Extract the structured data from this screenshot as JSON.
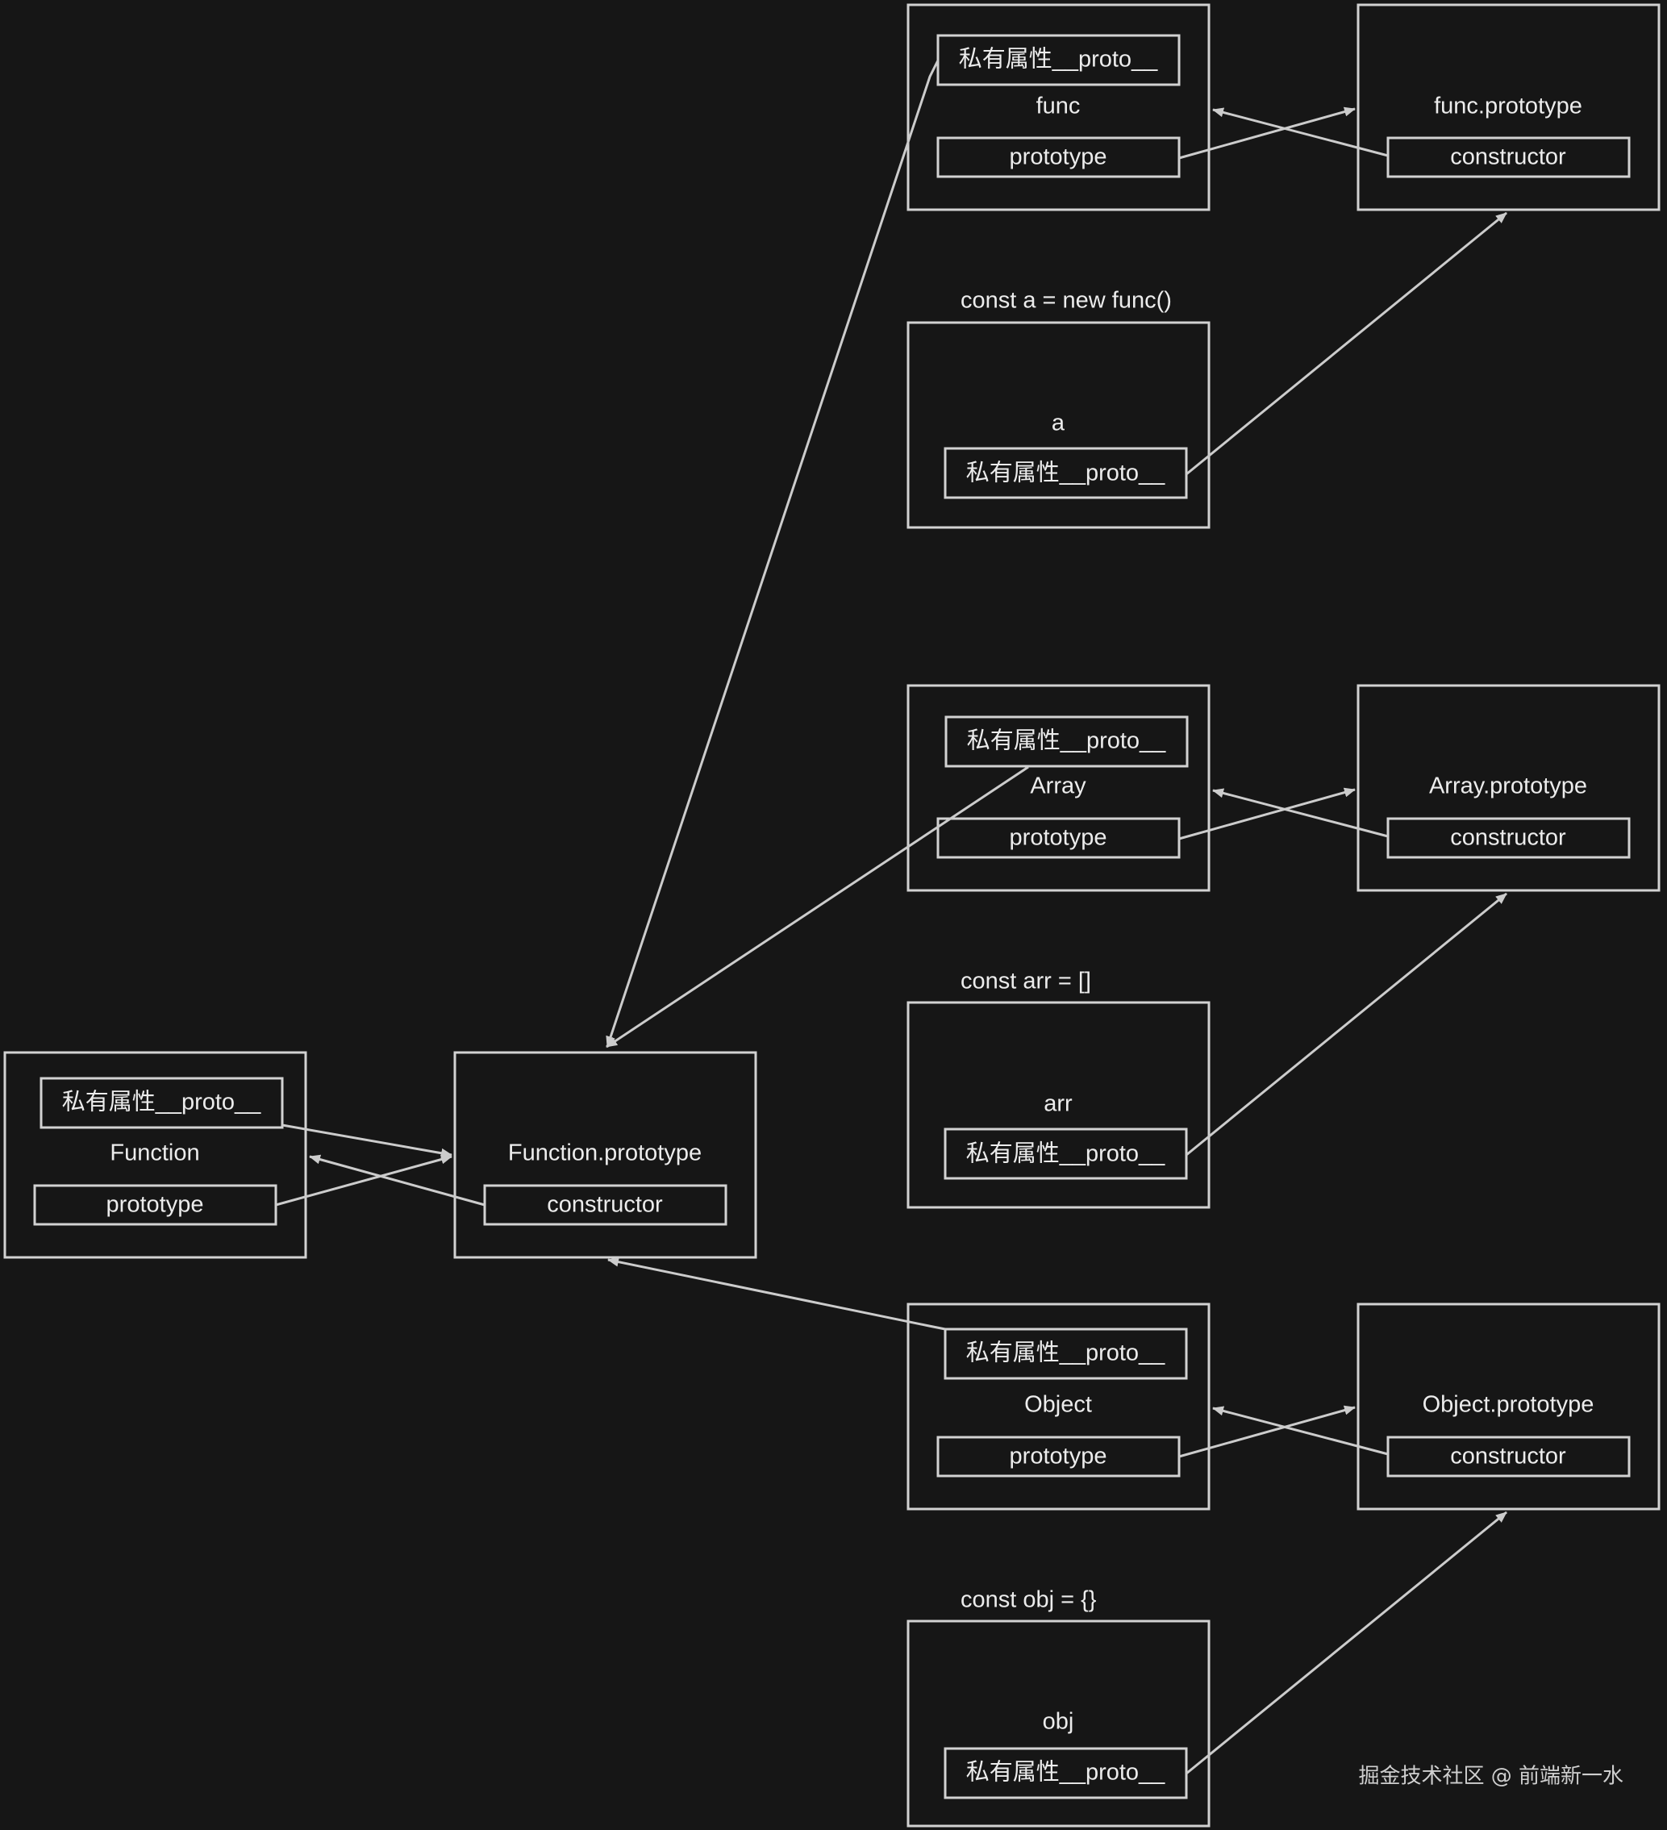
{
  "nodes": {
    "func": {
      "proto_label": "私有属性__proto__",
      "name": "func",
      "prototype_label": "prototype"
    },
    "func_prototype": {
      "name": "func.prototype",
      "constructor_label": "constructor"
    },
    "a": {
      "caption": "const a = new func()",
      "name": "a",
      "proto_label": "私有属性__proto__"
    },
    "array": {
      "proto_label": "私有属性__proto__",
      "name": "Array",
      "prototype_label": "prototype"
    },
    "array_prototype": {
      "name": "Array.prototype",
      "constructor_label": "constructor"
    },
    "arr": {
      "caption": "const arr = []",
      "name": "arr",
      "proto_label": "私有属性__proto__"
    },
    "function": {
      "proto_label": "私有属性__proto__",
      "name": "Function",
      "prototype_label": "prototype"
    },
    "function_prototype": {
      "name": "Function.prototype",
      "constructor_label": "constructor"
    },
    "object": {
      "proto_label": "私有属性__proto__",
      "name": "Object",
      "prototype_label": "prototype"
    },
    "object_prototype": {
      "name": "Object.prototype",
      "constructor_label": "constructor"
    },
    "obj": {
      "caption": "const obj = {}",
      "name": "obj",
      "proto_label": "私有属性__proto__"
    }
  },
  "watermark": "掘金技术社区 @ 前端新一水",
  "colors": {
    "background": "#161616",
    "stroke": "#d2d2d2",
    "text": "#ececec"
  }
}
